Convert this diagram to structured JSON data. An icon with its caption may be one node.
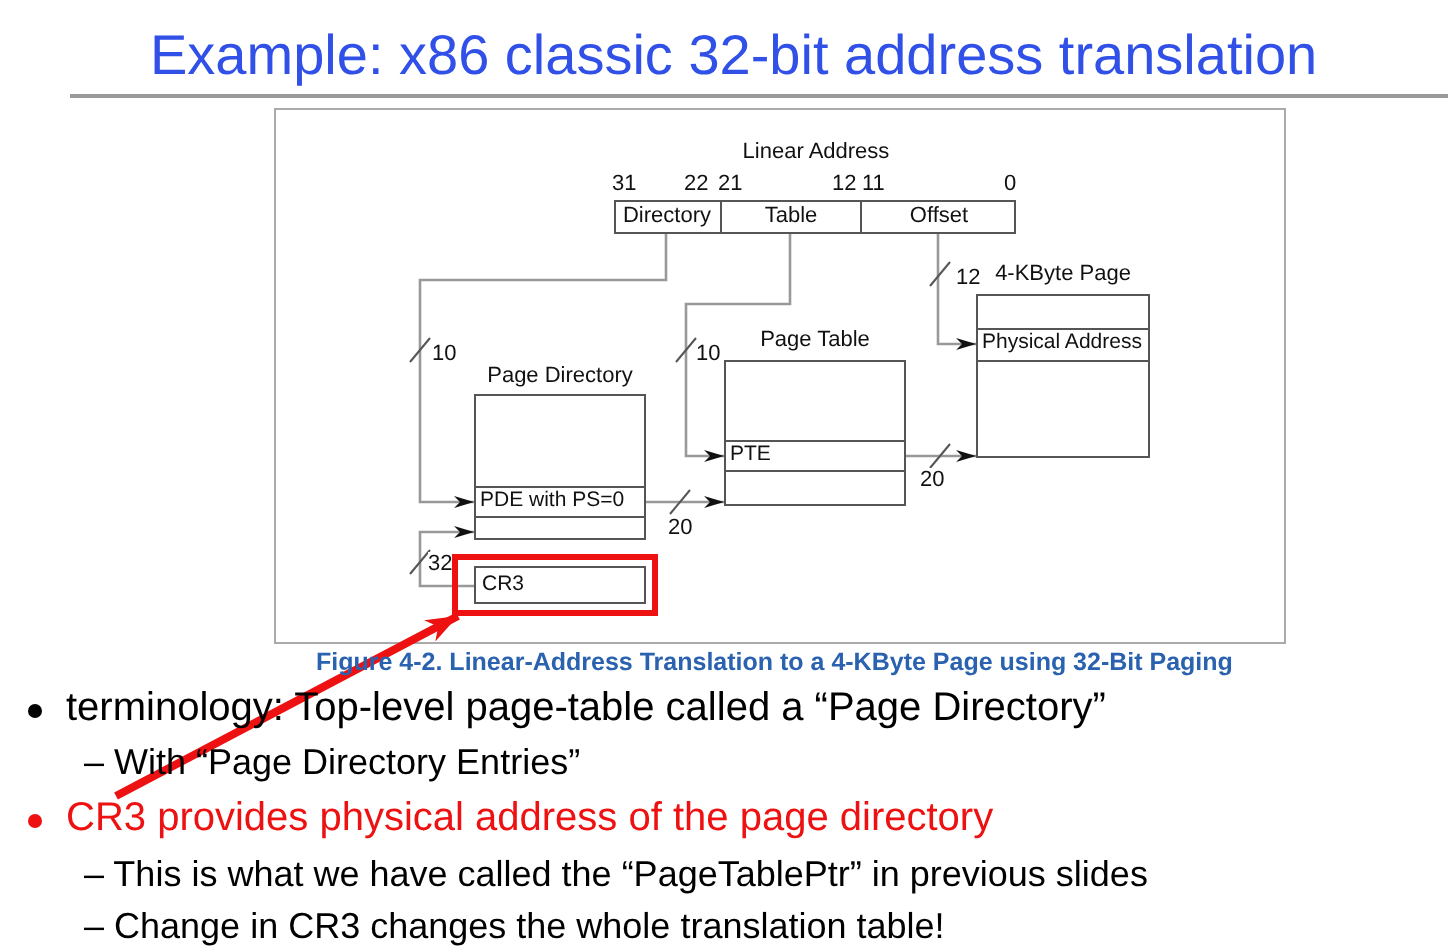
{
  "diagram": {
    "title": "Example: x86 classic 32-bit address translation",
    "caption": "Figure 4-2. Linear-Address Translation to a 4-KByte Page using 32-Bit Paging",
    "nodes": [
      {
        "text": [
          "Linear Address"
        ]
      },
      {
        "text": [
          "Directory"
        ],
        "in": 0
      },
      {
        "text": [
          "Table"
        ],
        "in": 0
      },
      {
        "text": [
          "Offset"
        ],
        "in": 0
      },
      {
        "text": [
          "Page Directory"
        ]
      },
      {
        "text": [
          "PDE with PS=0"
        ],
        "in": 4
      },
      {
        "text": [
          "Page Table"
        ]
      },
      {
        "text": [
          "PTE"
        ],
        "in": 6
      },
      {
        "text": [
          "4-KByte Page"
        ]
      },
      {
        "text": [
          "Physical Address"
        ],
        "in": 8
      },
      {
        "text": [],
        "shape": "box"
      },
      {
        "text": [
          "CR3"
        ],
        "in": 10
      },
      {
        "text": [
          "CR3 provides physical address of the page directory"
        ]
      }
    ],
    "edges": [
      {
        "from": 1,
        "to": 5,
        "arrow": "to",
        "label": "10"
      },
      {
        "from": 2,
        "to": 7,
        "arrow": "to",
        "label": "10"
      },
      {
        "from": 3,
        "to": 9,
        "arrow": "to",
        "label": "12"
      },
      {
        "from": 5,
        "to": 6,
        "arrow": "to",
        "label": "20"
      },
      {
        "from": 7,
        "to": 8,
        "arrow": "to",
        "label": "20"
      },
      {
        "from": 11,
        "to": 4,
        "arrow": "to",
        "label": "32"
      },
      {
        "from": 12,
        "to": 10,
        "arrow": "to",
        "style": "thick",
        "color": "#ee1111"
      }
    ],
    "labels": [
      "31",
      "22",
      "21",
      "12",
      "11",
      "0",
      "terminology: Top-level page-table called a “Page Directory”",
      "– With “Page Directory Entries”",
      "– This is what we have called the “PageTablePtr” in previous slides",
      "– Change in CR3 changes the whole translation table!"
    ]
  }
}
